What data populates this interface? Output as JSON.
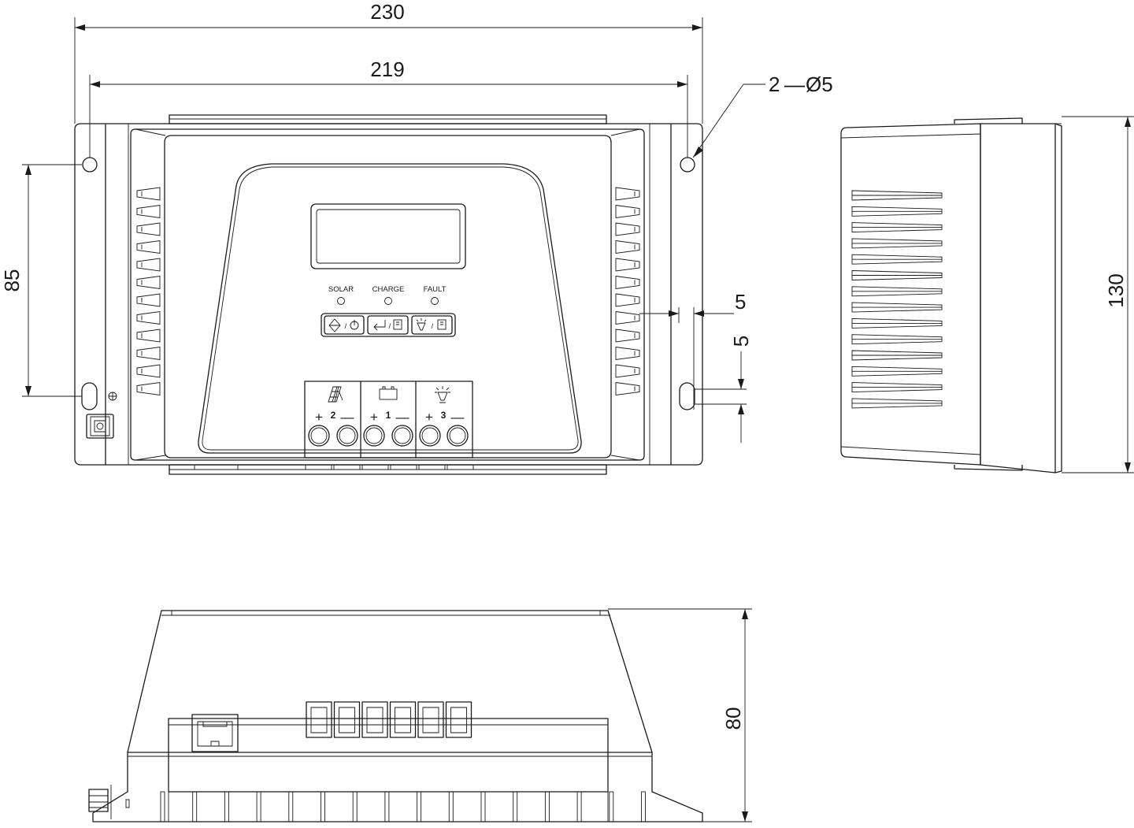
{
  "dimensions": {
    "overall_width": "230",
    "hole_spacing": "219",
    "hole_note_count": "2",
    "hole_note_sep": "—",
    "hole_note_dia": "Ø5",
    "vertical_hole_spacing": "85",
    "ear_gap": "5",
    "slot_height": "5",
    "side_height": "130",
    "bottom_height": "80"
  },
  "indicators": [
    "SOLAR",
    "CHARGE",
    "FAULT"
  ],
  "terminals": [
    {
      "icon": "solar-panel-icon",
      "plus": "+",
      "number": "2",
      "minus": "—"
    },
    {
      "icon": "battery-icon",
      "plus": "+",
      "number": "1",
      "minus": "—"
    },
    {
      "icon": "lamp-icon",
      "plus": "+",
      "number": "3",
      "minus": "—"
    }
  ],
  "button_icons": [
    "up-down-power-icon",
    "enter-page-icon",
    "light-page-icon"
  ],
  "button_separator": "/"
}
